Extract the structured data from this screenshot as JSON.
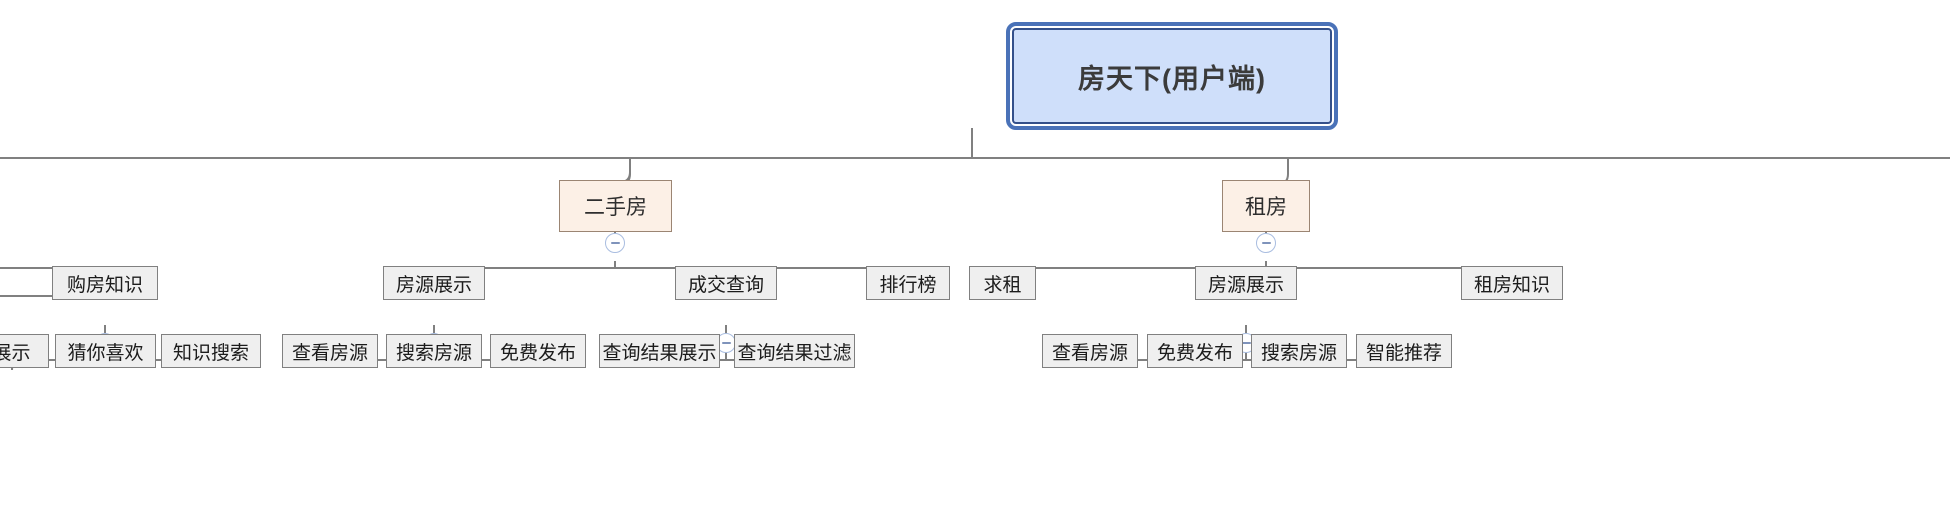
{
  "diagram": {
    "title": "房天下(用户端)",
    "type": "mindmap-tree",
    "colors": {
      "root_fill": "#cfdffa",
      "root_border": "#34508a",
      "root_outer_border": "#4a72b8",
      "category_fill": "#fcf0e6",
      "category_border": "#9b8573",
      "item_fill": "#efefef",
      "item_border": "#808080",
      "edge": "#808080",
      "badge_border": "#a9bde0",
      "badge_glyph": "#7f93bb"
    },
    "badge_glyph": "−"
  },
  "nodes": {
    "root": {
      "label": "房天下(用户端)"
    },
    "cat_ershoufang": {
      "label": "二手房"
    },
    "cat_zufang": {
      "label": "租房"
    },
    "item_gouzhangzhishi": {
      "label": "购房知识"
    },
    "item_fangyuan_ershou": {
      "label": "房源展示"
    },
    "item_chengjiaochaxun": {
      "label": "成交查询"
    },
    "item_paihangbang": {
      "label": "排行榜"
    },
    "item_qiuzu": {
      "label": "求租"
    },
    "item_fangyuan_zufang": {
      "label": "房源展示"
    },
    "item_zufangzhishi": {
      "label": "租房知识"
    },
    "leaf_zhanshi": {
      "label": "展示"
    },
    "leaf_cainixihuan": {
      "label": "猜你喜欢"
    },
    "leaf_zhishisousuo": {
      "label": "知识搜索"
    },
    "leaf_chakanfangyuan_1": {
      "label": "查看房源"
    },
    "leaf_sousuofangyuan_1": {
      "label": "搜索房源"
    },
    "leaf_mianfeifabu_1": {
      "label": "免费发布"
    },
    "leaf_chaxunjieguozhanshi": {
      "label": "查询结果展示"
    },
    "leaf_chaxunjieguoguolv": {
      "label": "查询结果过滤"
    },
    "leaf_chakanfangyuan_2": {
      "label": "查看房源"
    },
    "leaf_mianfeifabu_2": {
      "label": "免费发布"
    },
    "leaf_sousuofangyuan_2": {
      "label": "搜索房源"
    },
    "leaf_zhinengtuijian": {
      "label": "智能推荐"
    }
  }
}
